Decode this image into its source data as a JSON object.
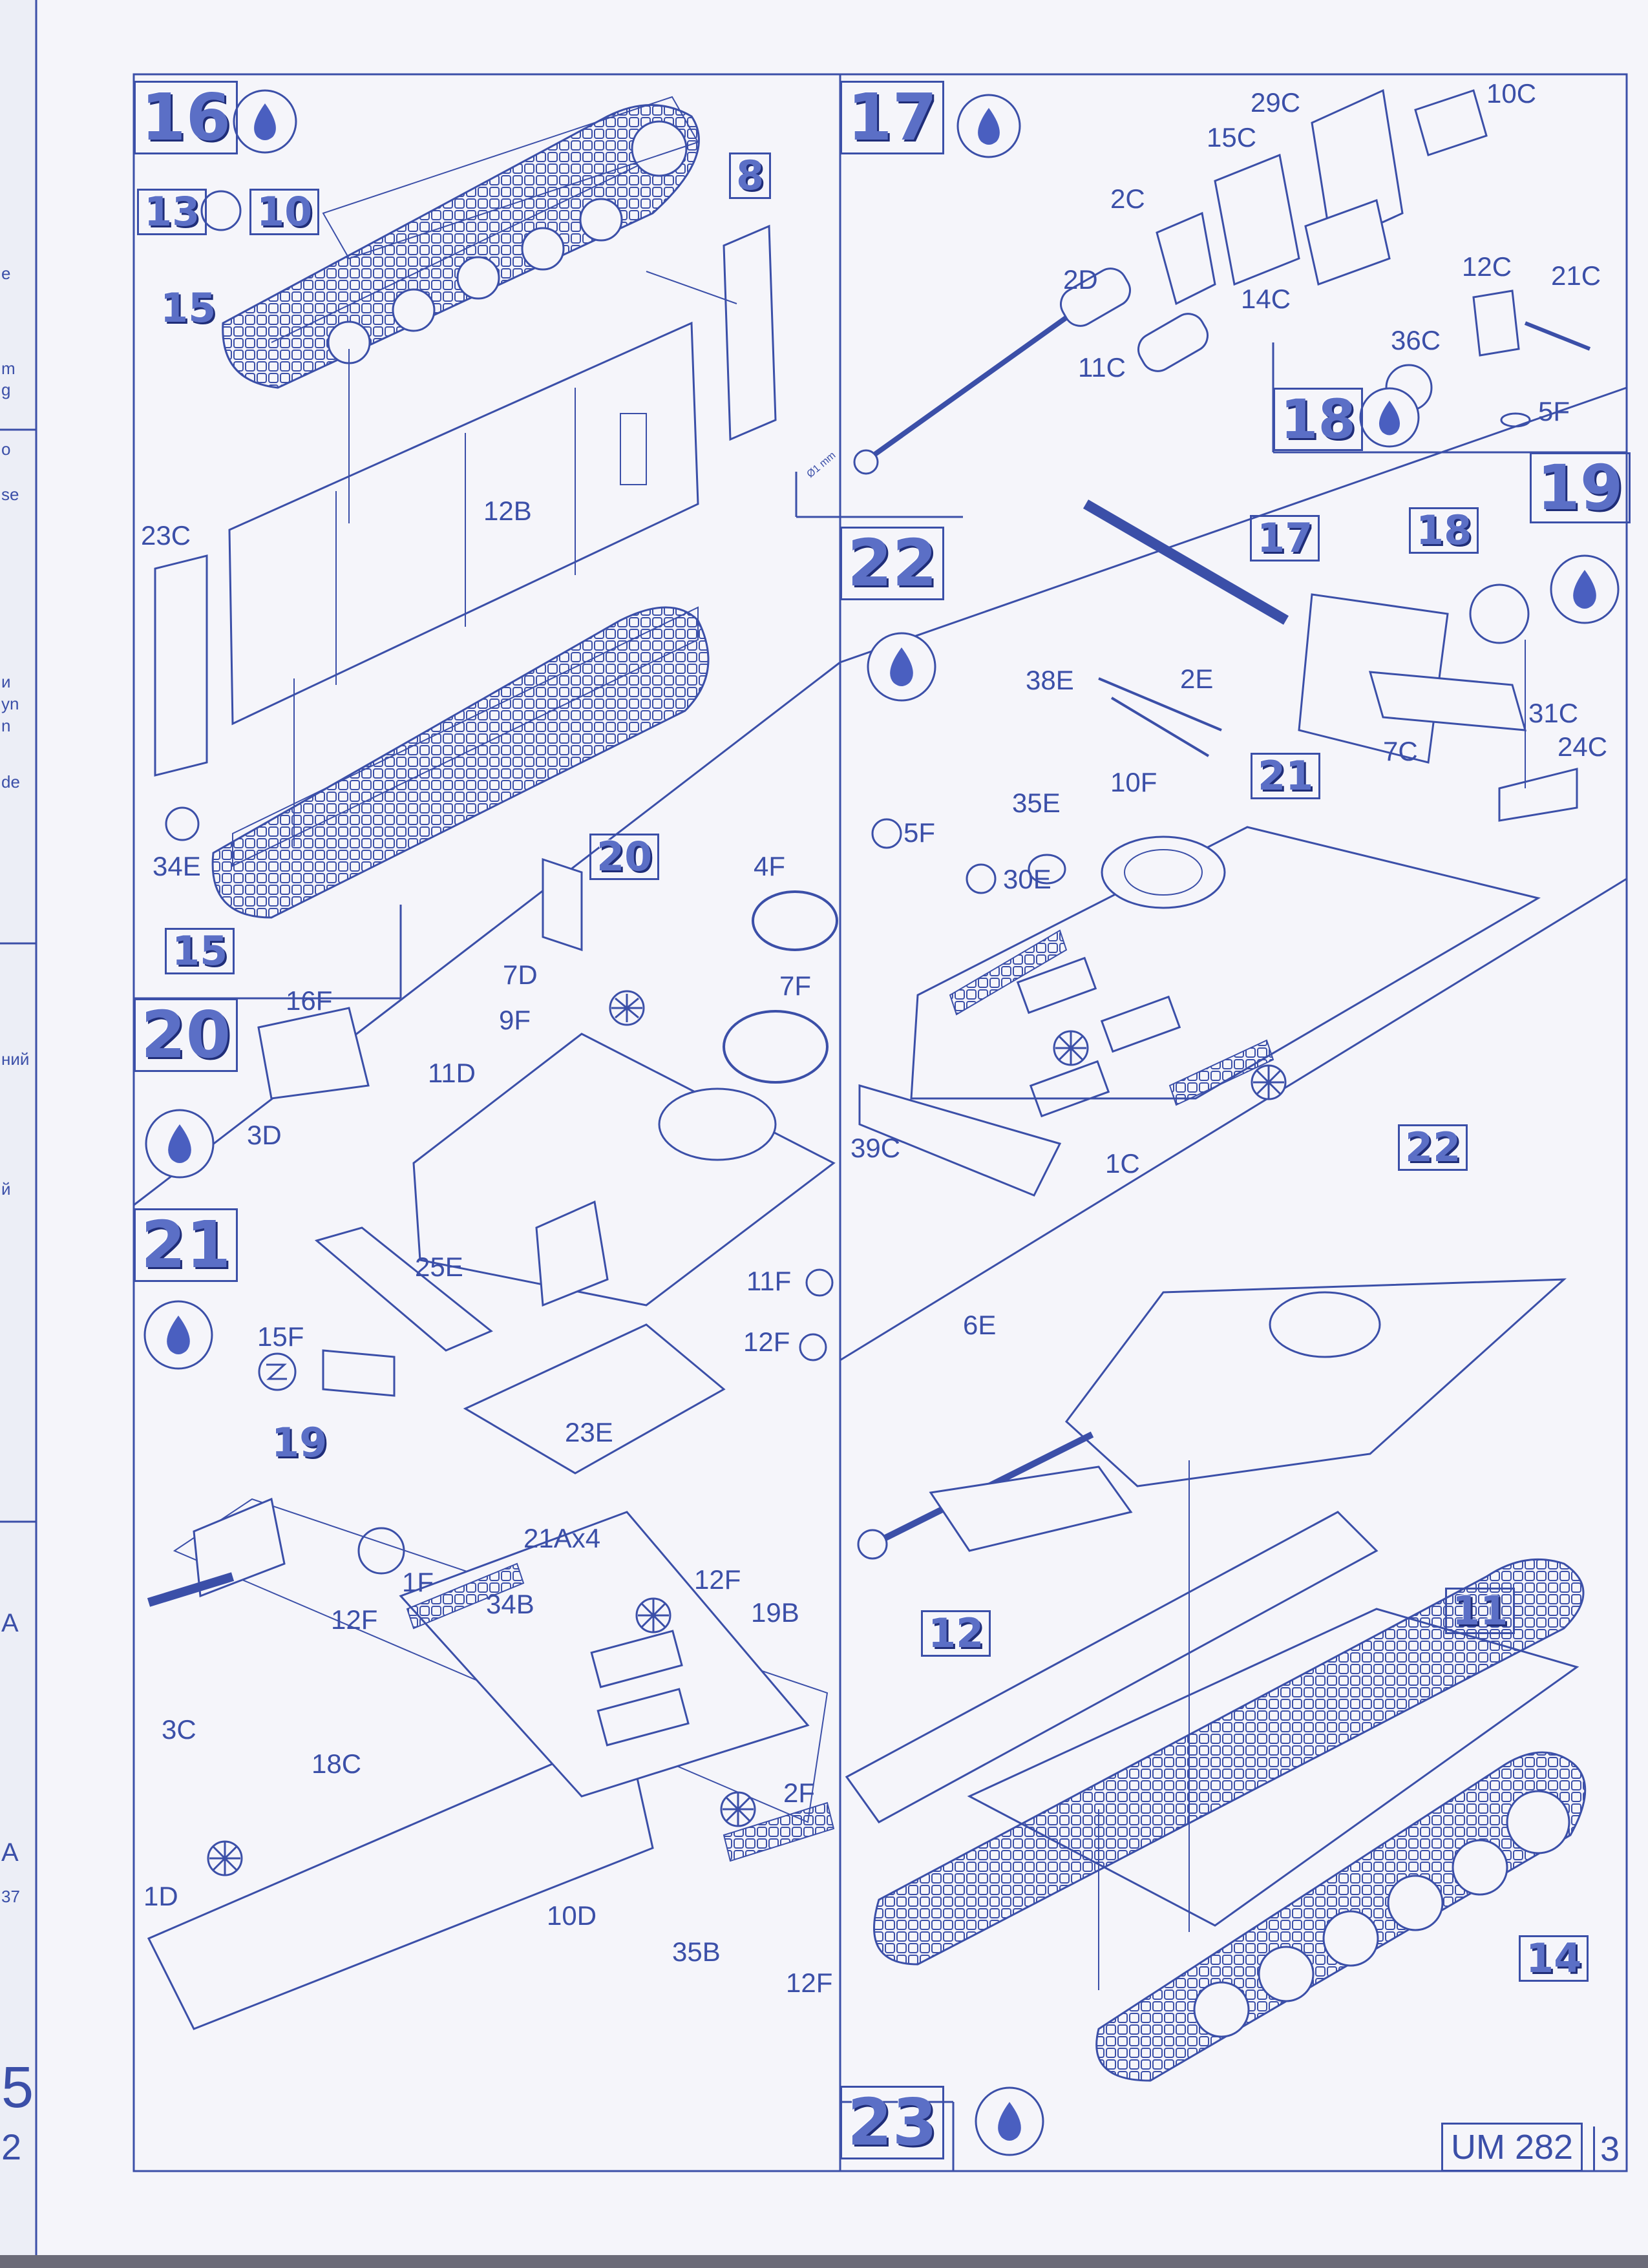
{
  "edge_fragments": [
    "e",
    "m",
    "g",
    "o",
    "se",
    "и",
    "yn",
    "n",
    "de",
    "ний",
    "й",
    "A",
    "A",
    "37",
    "5",
    "2"
  ],
  "steps": {
    "s16": "16",
    "s17": "17",
    "s18": "18",
    "s19": "19",
    "s20": "20",
    "s21": "21",
    "s22": "22",
    "s22b": "22",
    "s23": "23",
    "sub_13": "13",
    "sub_10": "10",
    "sub_8": "8",
    "sub_15a": "15",
    "sub_15b": "15",
    "sub_20": "20",
    "sub_19": "19",
    "sub_17": "17",
    "sub_18": "18",
    "sub_21": "21",
    "sub_12": "12",
    "sub_11": "11",
    "sub_14": "14"
  },
  "parts": {
    "p12B": "12B",
    "p23C": "23C",
    "p34E": "34E",
    "p29C": "29C",
    "p10C": "10C",
    "p15C": "15C",
    "p2C": "2C",
    "p2D": "2D",
    "p14C": "14C",
    "p11C": "11C",
    "p12C": "12C",
    "p21C": "21C",
    "p36C": "36C",
    "p5F_top": "5F",
    "pdia": "Ø1 mm",
    "p38E": "38E",
    "p2E": "2E",
    "p10F": "10F",
    "p35E": "35E",
    "p5F": "5F",
    "p30E": "30E",
    "p31C": "31C",
    "p7C": "7C",
    "p24C": "24C",
    "p39C": "39C",
    "p1C": "1C",
    "p6E": "6E",
    "p4F": "4F",
    "p7F": "7F",
    "p7D": "7D",
    "p9F": "9F",
    "p11D": "11D",
    "p16F": "16F",
    "p3D": "3D",
    "p25E": "25E",
    "p15F": "15F",
    "p11F": "11F",
    "p12F_a": "12F",
    "p23E": "23E",
    "p21A": "21Ax4",
    "p1F": "1F",
    "p34B": "34B",
    "p12F_b": "12F",
    "p12F_c": "12F",
    "p19B": "19B",
    "p3C": "3C",
    "p18C": "18C",
    "p2F": "2F",
    "p1D": "1D",
    "p10D": "10D",
    "p35B": "35B",
    "p12F_d": "12F"
  },
  "footer": {
    "code": "UM 282",
    "page": "3"
  },
  "colors": {
    "ink": "#3b4fa8",
    "paper": "#f5f5fa",
    "shadow": "#1f2d78"
  },
  "icons": [
    "glue-drop-icon",
    "rotate-part-icon",
    "optional-part-icon",
    "spring-icon"
  ]
}
